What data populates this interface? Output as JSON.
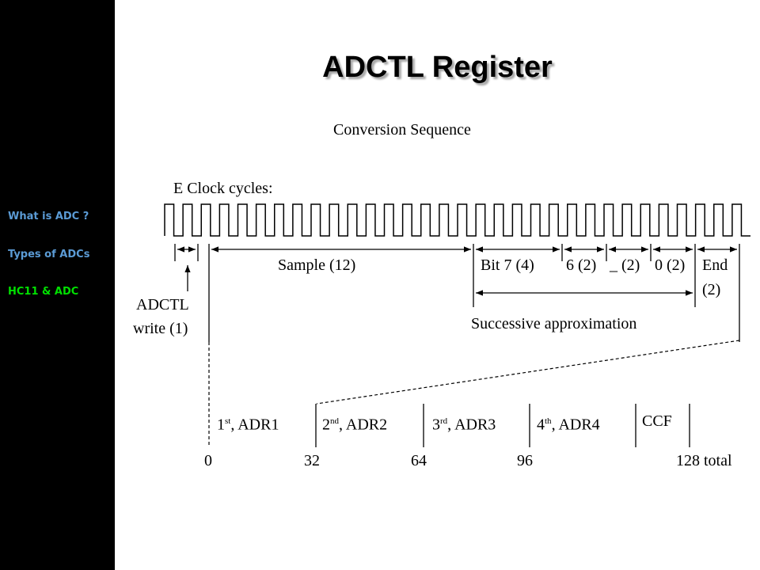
{
  "sidebar": {
    "items": [
      {
        "label": "What is ADC ?",
        "active": false
      },
      {
        "label": "Types of ADCs",
        "active": false
      },
      {
        "label": "HC11 & ADC",
        "active": true
      }
    ]
  },
  "slide": {
    "title": "ADCTL Register",
    "subtitle": "Conversion Sequence",
    "clock_label": "E Clock cycles:",
    "clock_cycle_count": 32,
    "phases": {
      "sample": "Sample (12)",
      "bit7": "Bit 7 (4)",
      "bit6": "6 (2)",
      "bit_mid": "_ (2)",
      "bit0": "0 (2)",
      "end_line1": "End",
      "end_line2": "(2)"
    },
    "adctl_write_line1": "ADCTL",
    "adctl_write_line2": "write (1)",
    "successive_approx": "Successive approximation",
    "conversions": [
      {
        "ord": "1",
        "sup": "st",
        "rest": ", ADR1"
      },
      {
        "ord": "2",
        "sup": "nd",
        "rest": ", ADR2"
      },
      {
        "ord": "3",
        "sup": "rd",
        "rest": ", ADR3"
      },
      {
        "ord": "4",
        "sup": "th",
        "rest": ", ADR4"
      }
    ],
    "ccf": "CCF",
    "scale": [
      "0",
      "32",
      "64",
      "96",
      "128 total"
    ]
  },
  "colors": {
    "sidebar_bg": "#000000",
    "nav_text": "#5b9bd5",
    "nav_active": "#00e000",
    "ink": "#000000"
  }
}
